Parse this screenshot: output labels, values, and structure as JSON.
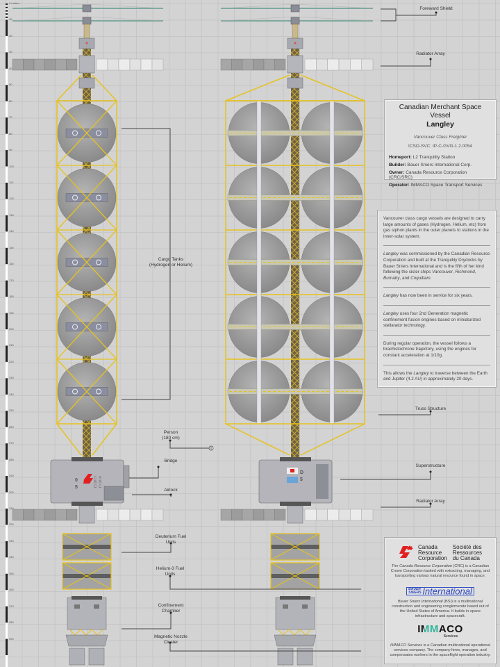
{
  "ruler": {
    "labels": [
      "0 meters",
      "10",
      "20",
      "30",
      "40",
      "50",
      "60",
      "70",
      "80",
      "90",
      "100",
      "110",
      "120",
      "130",
      "140",
      "150",
      "160",
      "170",
      "180",
      "190",
      "200",
      "210",
      "220",
      "230",
      "240",
      "250",
      "260",
      "270",
      "280",
      "290",
      "300",
      "310",
      "320",
      "330",
      "340",
      "350",
      "360",
      "370",
      "380",
      "390"
    ]
  },
  "callouts": {
    "forward_shield": "Foreward Shield",
    "radiator_top": "Radiator Array",
    "cargo_tanks": "Cargo Tanks\n(Hydrogen or Helium)",
    "person": "Person\n(180 cm)",
    "bridge": "Bridge",
    "airlock": "Airlock",
    "truss": "Truss Structure",
    "superstructure": "Superstructure",
    "radiator_bottom": "Radiator Array",
    "deuterium": "Deuterium Fuel\nUnits",
    "helium3": "Helium-3 Fuel\nUnits",
    "confinement": "Confinement\nChamber",
    "nozzle": "Magnetic Nozzle\nCluster"
  },
  "hull_markings": {
    "left": "CRC",
    "right": "SRC",
    "hull_no_1": "0",
    "hull_no_2": "5",
    "top_1": "D",
    "top_2": "5"
  },
  "info": {
    "title": "Canadian Merchant Space Vessel",
    "name": "Langley",
    "class": "Vancouver Class Freighter",
    "registry": "ICSO-SVC: IP-C-GVG-1.2.0054",
    "rows": [
      {
        "key": "Homeport:",
        "value": " L2 Tranquility Station"
      },
      {
        "key": "Builder:",
        "value": " Bauer Sniers International Corp."
      },
      {
        "key": "Owner:",
        "value": " Canada Resource Corporation (CRC/SRC)"
      },
      {
        "key": "Operator:",
        "value": " IMMACO Space Transport Services"
      }
    ]
  },
  "description": {
    "p1": "Vancouver class cargo vessels are designed to carry large amounts of gases (Hydrogen, Helium, etc) from gas siphon plants in the outer planets to stations in the inner-solar system.",
    "p2": {
      "a": "Langley",
      "b": " was commissioned by the Canadian Resource Corporation and built at the Tranquility Drydocks by Bauer Sniers International and is the fifth of her kind following the sister ships ",
      "c": "Vancouver",
      "d": ", ",
      "e": "Richmond",
      "f": ", ",
      "g": "Burnaby",
      "h": ", and ",
      "i": "Coquitlam",
      "j": "."
    },
    "p3": {
      "a": "Langley",
      "b": " has now been in service for six years."
    },
    "p4": {
      "a": "Langley",
      "b": " uses four 2nd Generation magnetic confinement fusion engines based on miniaturized stellarator technology."
    },
    "p5": "During regular operation, the vessel follows a brachistochrone trajectory, using the engines for constant acceleration at 1/10g.",
    "p6": {
      "a": "This allows the ",
      "b": "Langley",
      "c": " to traverse between the Earth and Jupiter (4.2 AU) in approximately 20 days."
    }
  },
  "companies": {
    "crc": {
      "name_en": "Canada\nResource\nCorporation",
      "name_fr": "Société des\nRessources\ndu Canada",
      "text_a": "The ",
      "text_b": "Canada Resource Corporation",
      "text_c": " (CRC) is a Canadian Crown Corporation tasked with extracting, managing, and transporting various natural resource found in space."
    },
    "bsi": {
      "logo_a": "BAUER\nSNIERS",
      "logo_b": "International",
      "text_a": "Bauer Sniers International",
      "text_b": " (BSI) is a multinational construction and engineering conglomerate based out of the United States of America. It builds in-space infrastructure and spacecraft."
    },
    "immaco": {
      "logo_a": "IMM",
      "logo_b": "ACO",
      "logo_sub": "Services",
      "text_a": "IMMACO Services",
      "text_b": " is a Canadian multinational operational services company. The company hires, manages, and compensates workers in the spaceflight operation industry."
    }
  },
  "colors": {
    "truss": "#e6c21e",
    "hull": "#b4b4ba",
    "tank": "#9c9c9c",
    "background": "#d3d3d3",
    "crc_red": "#e02020",
    "bsi_blue": "#2a46c0",
    "immaco_green": "#2bb39a"
  }
}
